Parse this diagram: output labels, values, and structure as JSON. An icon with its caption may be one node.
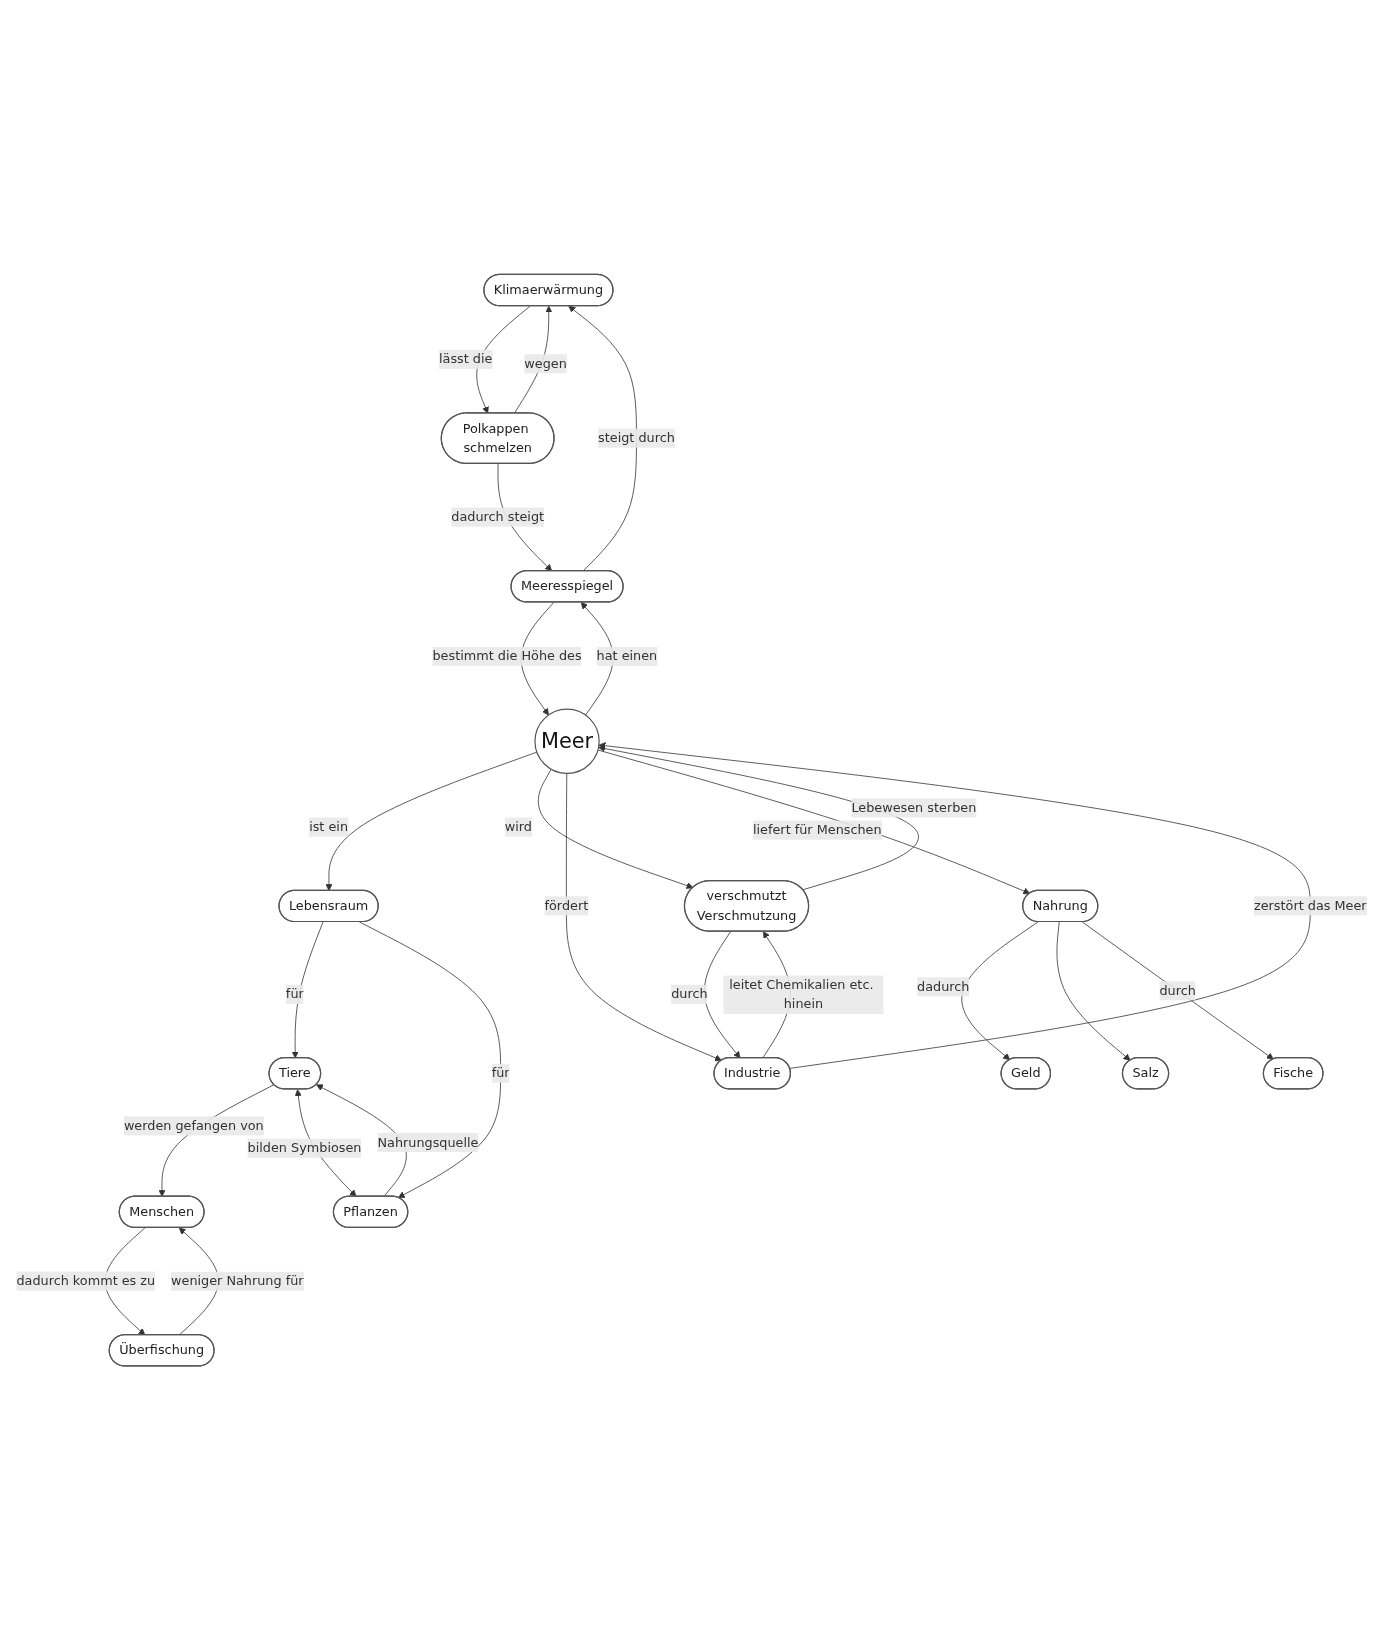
{
  "diagram": {
    "nodes": [
      {
        "text": [
          "Menschen"
        ]
      },
      {
        "text": [
          "Überfischung"
        ]
      },
      {
        "text": [
          "Tiere"
        ]
      },
      {
        "text": [
          "Pflanzen"
        ]
      },
      {
        "text": [
          "Klimaerwärmung"
        ]
      },
      {
        "text": [
          "Lebensraum"
        ]
      },
      {
        "text": [
          "Meeresspiegel"
        ]
      },
      {
        "text": [
          "Meer"
        ]
      },
      {
        "text": [
          "verschmutzt",
          "Verschmutzung"
        ]
      },
      {
        "text": [
          "Polkappen schmelzen"
        ]
      },
      {
        "text": [
          "Industrie"
        ]
      },
      {
        "text": [
          "Geld"
        ]
      },
      {
        "text": [
          "Salz"
        ]
      },
      {
        "text": [
          "Nahrung"
        ]
      },
      {
        "text": [
          "Fische"
        ]
      }
    ],
    "edges": [
      {
        "from": 0,
        "to": 1,
        "label": "dadurch kommt es zu",
        "arrow": "to"
      },
      {
        "from": 1,
        "to": 0,
        "label": "weniger Nahrung für",
        "arrow": "to"
      },
      {
        "from": 2,
        "to": 0,
        "label": "werden gefangen von",
        "arrow": "to"
      },
      {
        "from": 2,
        "to": 3,
        "label": "bilden Symbiosen",
        "arrow": "both"
      },
      {
        "from": 3,
        "to": 2,
        "label": "Nahrungsquelle",
        "arrow": "to"
      },
      {
        "from": 5,
        "to": 2,
        "label": "für",
        "arrow": "to"
      },
      {
        "from": 5,
        "to": 3,
        "label": "für",
        "arrow": "to"
      },
      {
        "from": 7,
        "to": 5,
        "label": "ist ein",
        "arrow": "to"
      },
      {
        "from": 7,
        "to": 6,
        "label": "hat einen",
        "arrow": "to"
      },
      {
        "from": 6,
        "to": 7,
        "label": "bestimmt die Höhe des",
        "arrow": "to"
      },
      {
        "from": 6,
        "to": 4,
        "label": "steigt durch",
        "arrow": "to"
      },
      {
        "from": 9,
        "to": 4,
        "label": "wegen",
        "arrow": "to"
      },
      {
        "from": 4,
        "to": 9,
        "label": "lässt die",
        "arrow": "to"
      },
      {
        "from": 9,
        "to": 6,
        "label": "dadurch steigt",
        "arrow": "to"
      },
      {
        "from": 7,
        "to": 8,
        "label": "wird",
        "arrow": "to"
      },
      {
        "from": 8,
        "to": 7,
        "label": "Lebewesen sterben",
        "arrow": "to"
      },
      {
        "from": 8,
        "to": 10,
        "label": "durch",
        "arrow": "to"
      },
      {
        "from": 10,
        "to": 8,
        "label": "leitet Chemikalien etc. hinein",
        "arrow": "to"
      },
      {
        "from": 7,
        "to": 10,
        "label": "fördert",
        "arrow": "to"
      },
      {
        "from": 10,
        "to": 7,
        "label": "zerstört das Meer",
        "arrow": "to"
      },
      {
        "from": 7,
        "to": 13,
        "label": "liefert für Menschen",
        "arrow": "to"
      },
      {
        "from": 13,
        "to": 11,
        "label": "dadurch",
        "arrow": "to"
      },
      {
        "from": 13,
        "to": 12,
        "arrow": "to"
      },
      {
        "from": 13,
        "to": 14,
        "label": "durch",
        "arrow": "to"
      }
    ]
  }
}
